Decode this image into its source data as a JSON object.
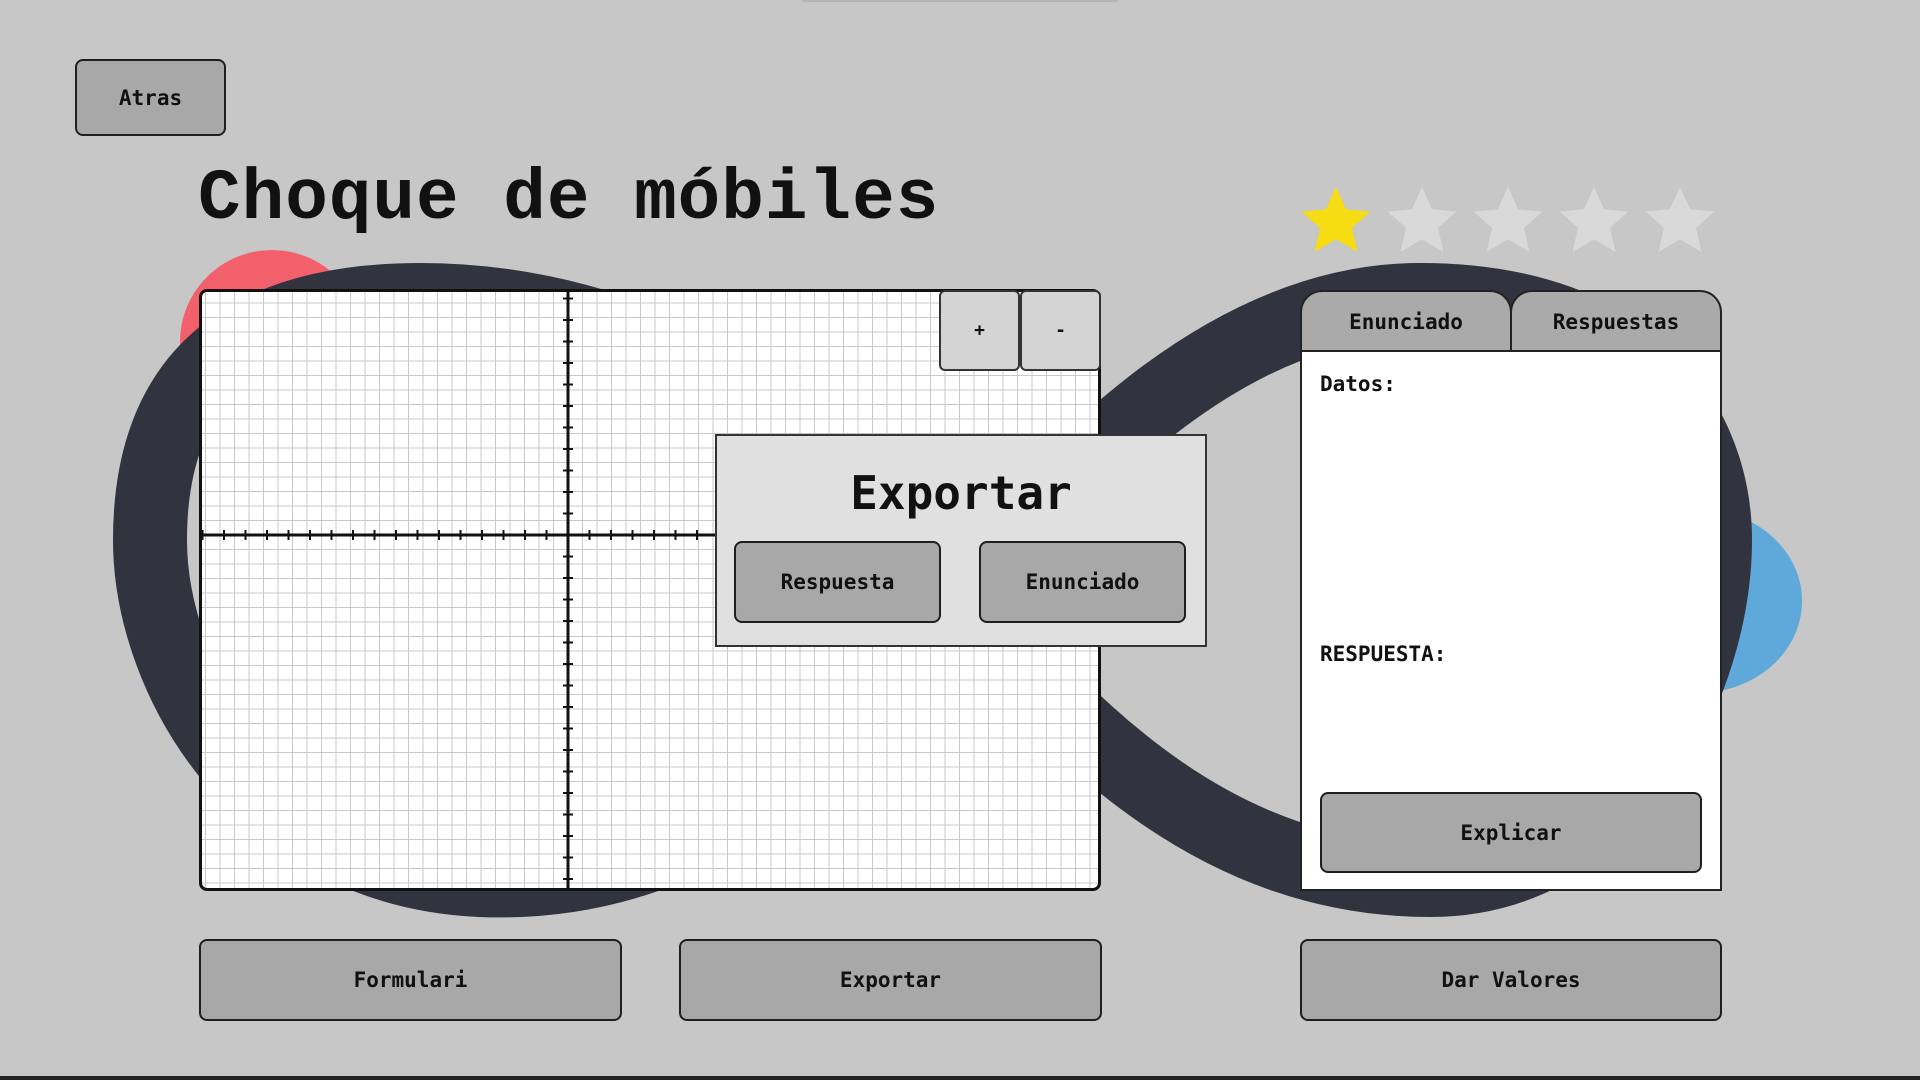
{
  "nav": {
    "back_label": "Atras"
  },
  "title": "Choque de móbiles",
  "rating": {
    "filled": 1,
    "total": 5,
    "filled_color": "#f6dc12",
    "empty_color": "#d9d9d9"
  },
  "graph": {
    "zoom_in_label": "+",
    "zoom_out_label": "-"
  },
  "export_dialog": {
    "title": "Exportar",
    "respuesta_label": "Respuesta",
    "enunciado_label": "Enunciado"
  },
  "side_panel": {
    "tabs": [
      {
        "label": "Enunciado"
      },
      {
        "label": "Respuestas"
      }
    ],
    "datos_label": "Datos:",
    "respuesta_label": "RESPUESTA:",
    "explicar_label": "Explicar"
  },
  "actions": {
    "formulari_label": "Formulari",
    "exportar_label": "Exportar",
    "dar_valores_label": "Dar Valores"
  },
  "colors": {
    "background": "#c7c7c7",
    "button": "#a8a8a8",
    "blob": "#31343f",
    "red_circle": "#f2606c",
    "blue_circle": "#5ea9da"
  }
}
